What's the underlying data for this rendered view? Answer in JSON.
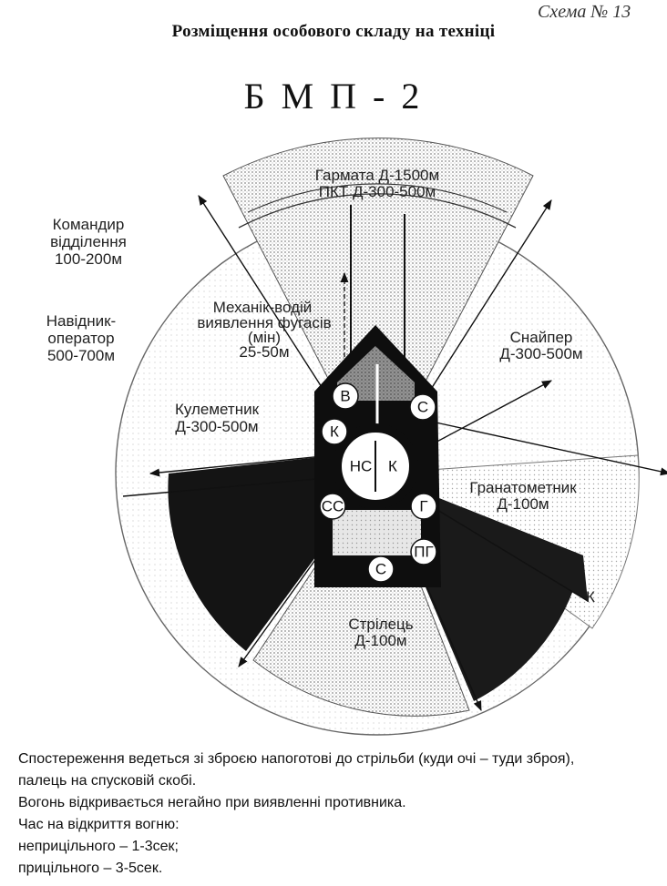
{
  "header": {
    "scheme": "Схема № 13",
    "title": "Розміщення особового складу на техніці",
    "vehicle": "Б М П - 2"
  },
  "zones": {
    "weapon": [
      "Гармата Д-1500м",
      "ПКТ Д-300-500м"
    ],
    "commander": [
      "Командир",
      "відділення",
      "100-200м"
    ],
    "gunner_operator": [
      "Навідник-",
      "оператор",
      "500-700м"
    ],
    "driver": [
      "Механік-водій",
      "виявлення фугасів",
      "(мін)",
      "25-50м"
    ],
    "sniper": [
      "Снайпер",
      "Д-300-500м"
    ],
    "machine_gunner": [
      "Кулеметник",
      "Д-300-500м"
    ],
    "grenadier": [
      "Гранатометник",
      "Д-100м"
    ],
    "rifleman": [
      "Стрілець",
      "Д-100м"
    ],
    "rear_right_mark": "К"
  },
  "positions": {
    "v": "В",
    "s_front": "С",
    "k_left": "К",
    "ns": "НС",
    "k_center": "К",
    "ss": "СС",
    "g": "Г",
    "pg": "ПГ",
    "s_rear": "С"
  },
  "notes": [
    "Спостереження ведеться зі зброєю напоготові до стрільби (куди очі – туди зброя),",
    "палець на спусковій скобі.",
    "Вогонь відкривається негайно при виявленні противника.",
    "Час на відкриття вогню:",
    "неприцільного – 1-3сек;",
    "прицільного – 3-5сек."
  ]
}
